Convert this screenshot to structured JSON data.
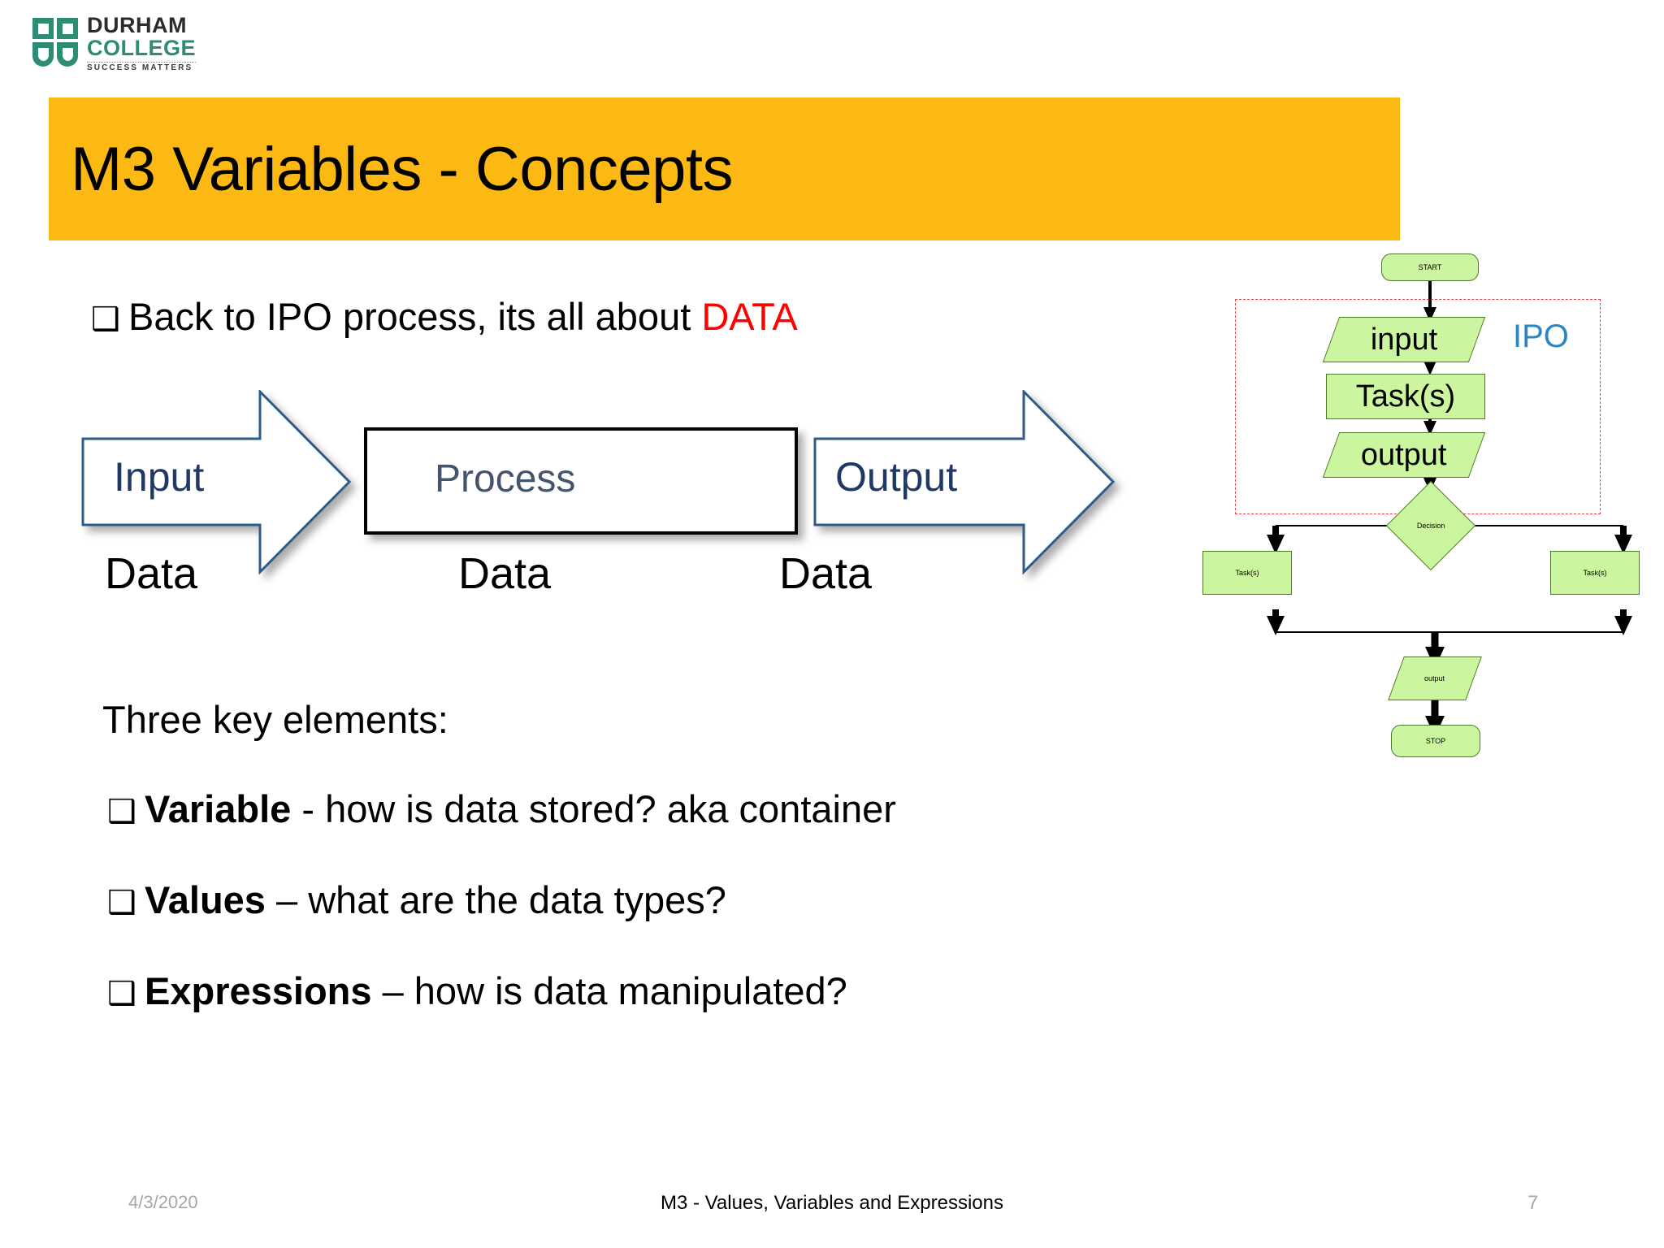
{
  "logo": {
    "icon": "durham-college-shield",
    "line1": "DURHAM",
    "line2": "COLLEGE",
    "tagline": "SUCCESS MATTERS",
    "shield_color": "#2e8b74",
    "word_color": "#2b2b2b"
  },
  "title": {
    "text": "M3 Variables - Concepts",
    "band_color": "#FDB913",
    "text_color": "#000000"
  },
  "bullets": {
    "bullet_glyph": "❑",
    "ipo": {
      "lead": "Back to IPO process, its all about ",
      "highlight": "DATA",
      "highlight_color": "#FF0000"
    },
    "three_key_heading": "Three key elements:",
    "items": [
      {
        "term": "Variable",
        "rest": " - how is data stored? aka container"
      },
      {
        "term": "Values",
        "rest": " – what are the data types?"
      },
      {
        "term": "Expressions",
        "rest": " – how is data manipulated?"
      }
    ]
  },
  "ipo_diagram": {
    "input_label": "Input",
    "process_label": "Process",
    "output_label": "Output",
    "data_label_1": "Data",
    "data_label_2": "Data",
    "data_label_3": "Data",
    "arrow_outline_color": "#2E5C8A",
    "arrow_text_color": "#1F3864",
    "process_text_color": "#44546A",
    "process_border_color": "#000000"
  },
  "flowchart": {
    "ipo_tag": "IPO",
    "ipo_tag_color": "#2E86C1",
    "ipo_box_color": "#E8403A",
    "node_fill": "#CCF5A0",
    "node_border": "#4a7a2a",
    "nodes": {
      "start": "START",
      "input": "input",
      "task_main": "Task(s)",
      "output_main": "output",
      "decision": "Decision",
      "task_left": "Task(s)",
      "task_right": "Task(s)",
      "output_bottom": "output",
      "stop": "STOP"
    }
  },
  "footer": {
    "date": "4/3/2020",
    "center": "M3 - Values, Variables and Expressions",
    "page": "7"
  }
}
